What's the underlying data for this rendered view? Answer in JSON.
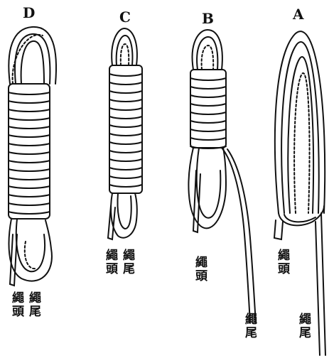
{
  "figure": {
    "coils": [
      {
        "id": "D",
        "letter": "D",
        "labels": [
          "繩頭",
          "繩尾"
        ]
      },
      {
        "id": "C",
        "letter": "C",
        "labels": [
          "繩頭",
          "繩尾"
        ]
      },
      {
        "id": "B",
        "letter": "B",
        "labels": [
          "繩頭",
          "繩尾"
        ]
      },
      {
        "id": "A",
        "letter": "A",
        "labels": [
          "繩頭",
          "繩尾"
        ]
      }
    ]
  }
}
